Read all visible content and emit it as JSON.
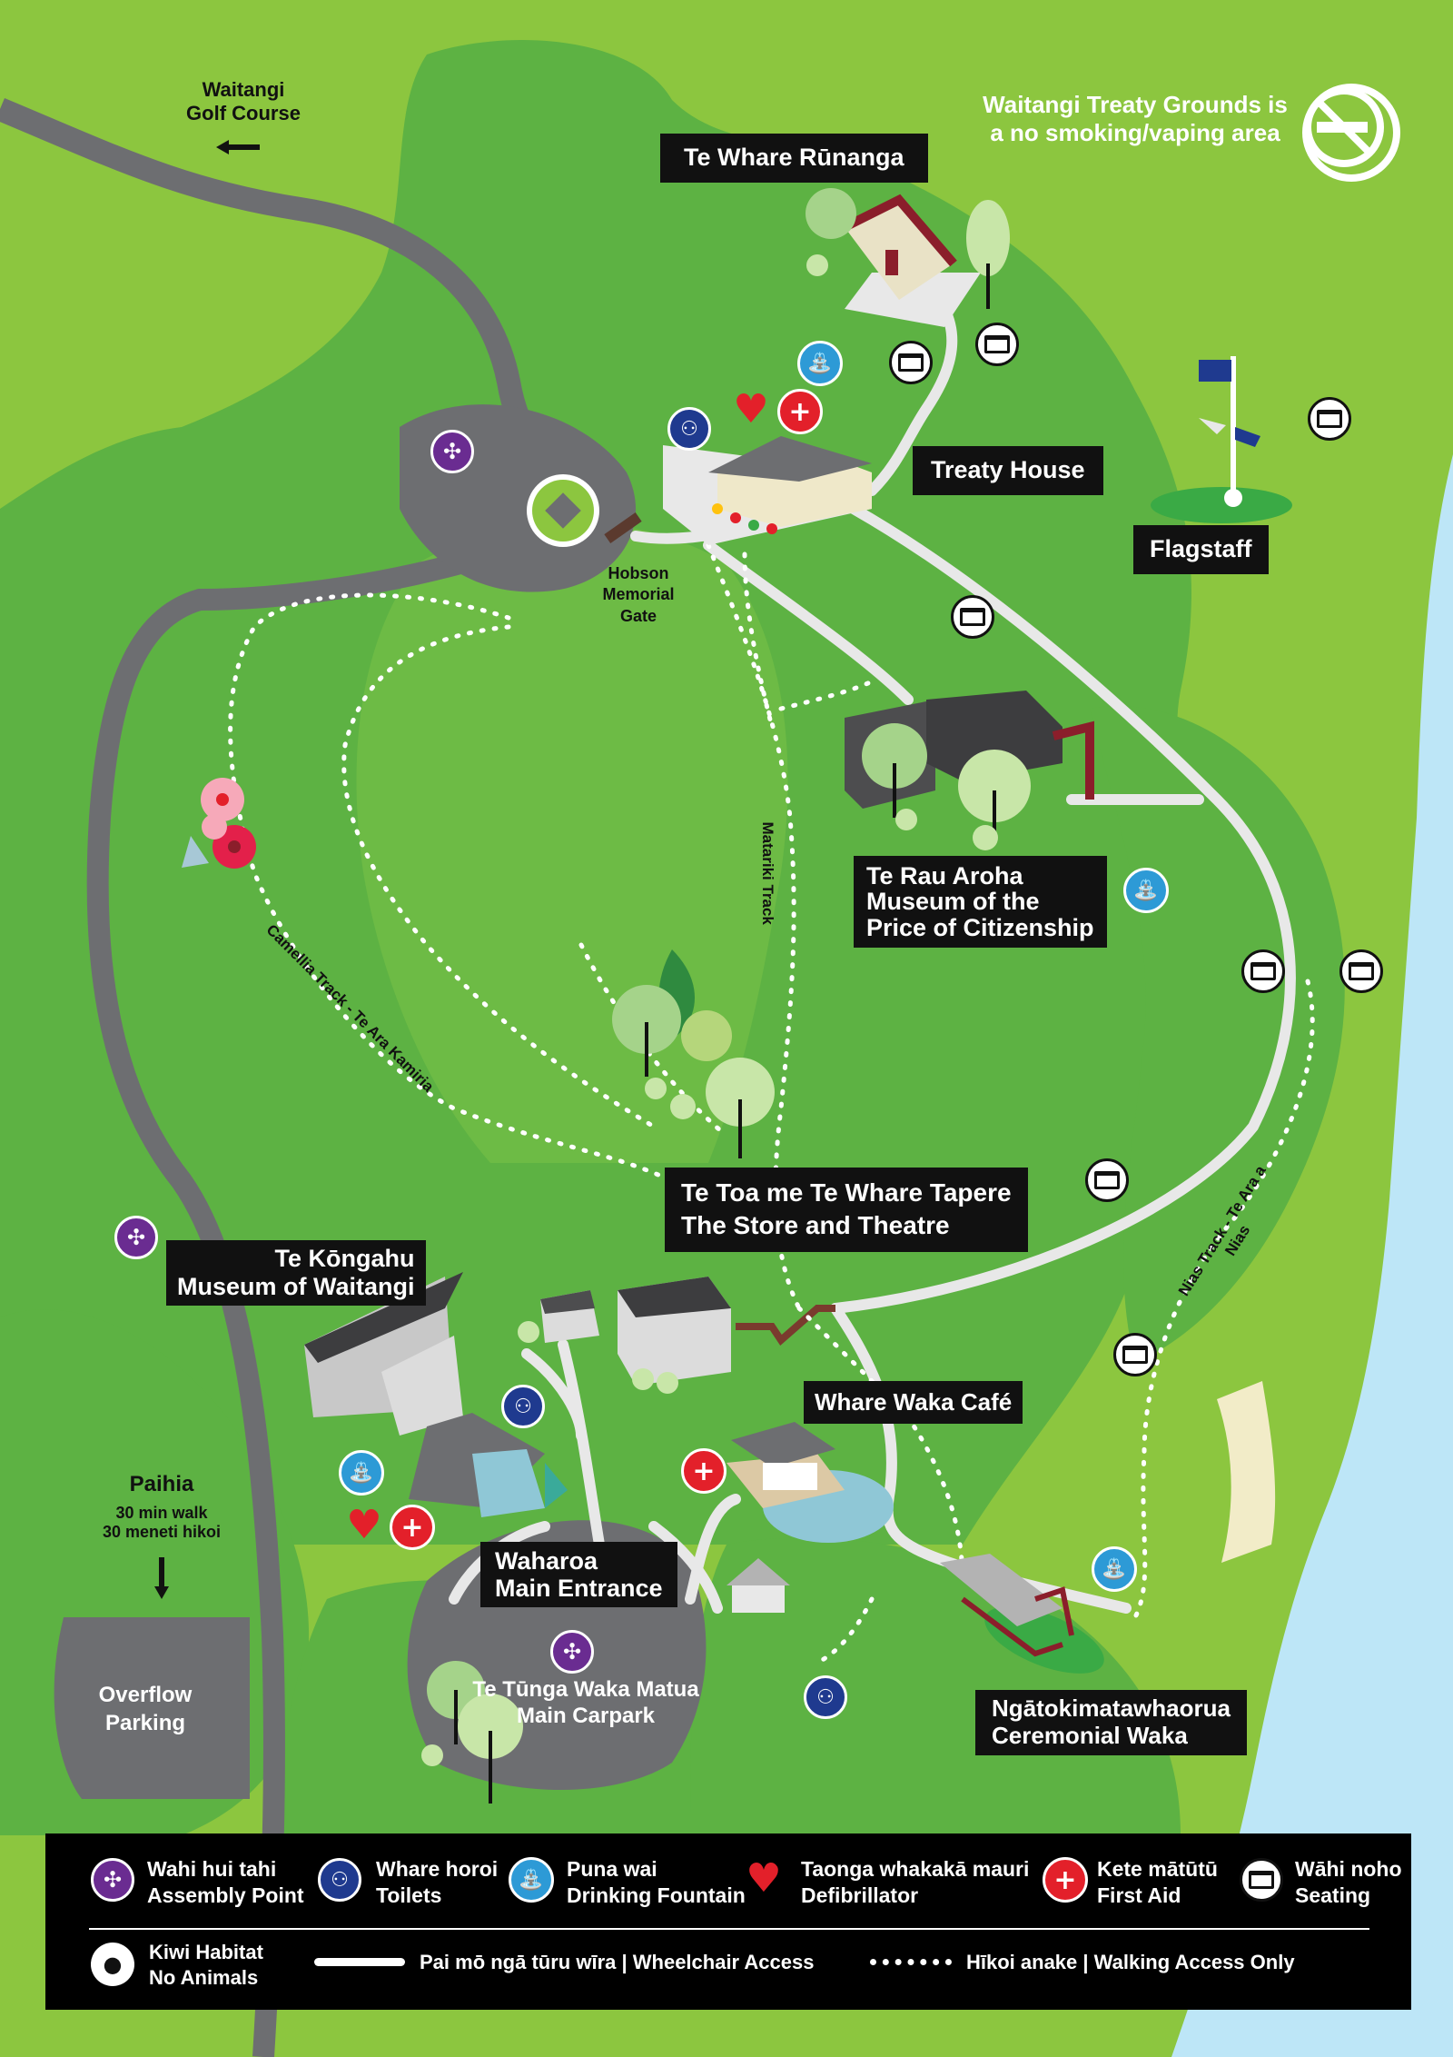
{
  "colors": {
    "grass_light": "#8cc63f",
    "grass_dark": "#5db243",
    "road": "#6d6e71",
    "sea": "#bde6f7",
    "label_bg": "#111111",
    "purple": "#6a2c91",
    "navy": "#1f3a8f",
    "blue": "#2d9ad6",
    "red": "#e3202a"
  },
  "notice": {
    "line1": "Waitangi Treaty Grounds is",
    "line2": "a no smoking/vaping area",
    "icon": "no-smoking-icon"
  },
  "places": {
    "golf": {
      "line1": "Waitangi",
      "line2": "Golf Course"
    },
    "whare_runanga": "Te Whare Rūnanga",
    "treaty_house": "Treaty House",
    "flagstaff": "Flagstaff",
    "hobson": {
      "line1": "Hobson",
      "line2": "Memorial",
      "line3": "Gate"
    },
    "te_rau_aroha": {
      "line1": "Te Rau Aroha",
      "line2": "Museum of the",
      "line3": "Price of Citizenship"
    },
    "te_toa": {
      "line1": "Te Toa me Te Whare Tapere",
      "line2": "The Store and Theatre"
    },
    "te_kongahu": {
      "line1": "Te Kōngahu",
      "line2": "Museum of Waitangi"
    },
    "cafe": "Whare Waka Café",
    "waharoa": {
      "line1": "Waharoa",
      "line2": "Main Entrance"
    },
    "carpark": {
      "line1": "Te Tūnga Waka Matua",
      "line2": "Main Carpark"
    },
    "overflow": {
      "line1": "Overflow",
      "line2": "Parking"
    },
    "paihia": {
      "line1": "Paihia",
      "line2": "30 min walk",
      "line3": "30 meneti hikoi"
    },
    "waka": {
      "line1": "Ngātokimatawhaorua",
      "line2": "Ceremonial Waka"
    }
  },
  "tracks": {
    "matariki": "Matariki Track",
    "camellia": "Camellia Track - Te Ara Kamiria",
    "nias": "Nias Track - Te Ara a Nias"
  },
  "legend": {
    "assembly": {
      "line1": "Wahi hui tahi",
      "line2": "Assembly Point",
      "icon": "assembly-point-icon"
    },
    "toilets": {
      "line1": "Whare horoi",
      "line2": "Toilets",
      "icon": "toilets-icon"
    },
    "fountain": {
      "line1": "Puna wai",
      "line2": "Drinking Fountain",
      "icon": "drinking-fountain-icon"
    },
    "defib": {
      "line1": "Taonga whakakā mauri",
      "line2": "Defibrillator",
      "icon": "defibrillator-icon"
    },
    "firstaid": {
      "line1": "Kete mātūtū",
      "line2": "First Aid",
      "icon": "first-aid-icon"
    },
    "seating": {
      "line1": "Wāhi noho",
      "line2": "Seating",
      "icon": "seating-icon"
    },
    "kiwi": {
      "line1": "Kiwi Habitat",
      "line2": "No Animals",
      "icon": "kiwi-icon"
    },
    "wheelchair": "Pai mō ngā tūru wīra  |  Wheelchair Access",
    "walking": "Hīkoi anake  |  Walking Access Only"
  }
}
